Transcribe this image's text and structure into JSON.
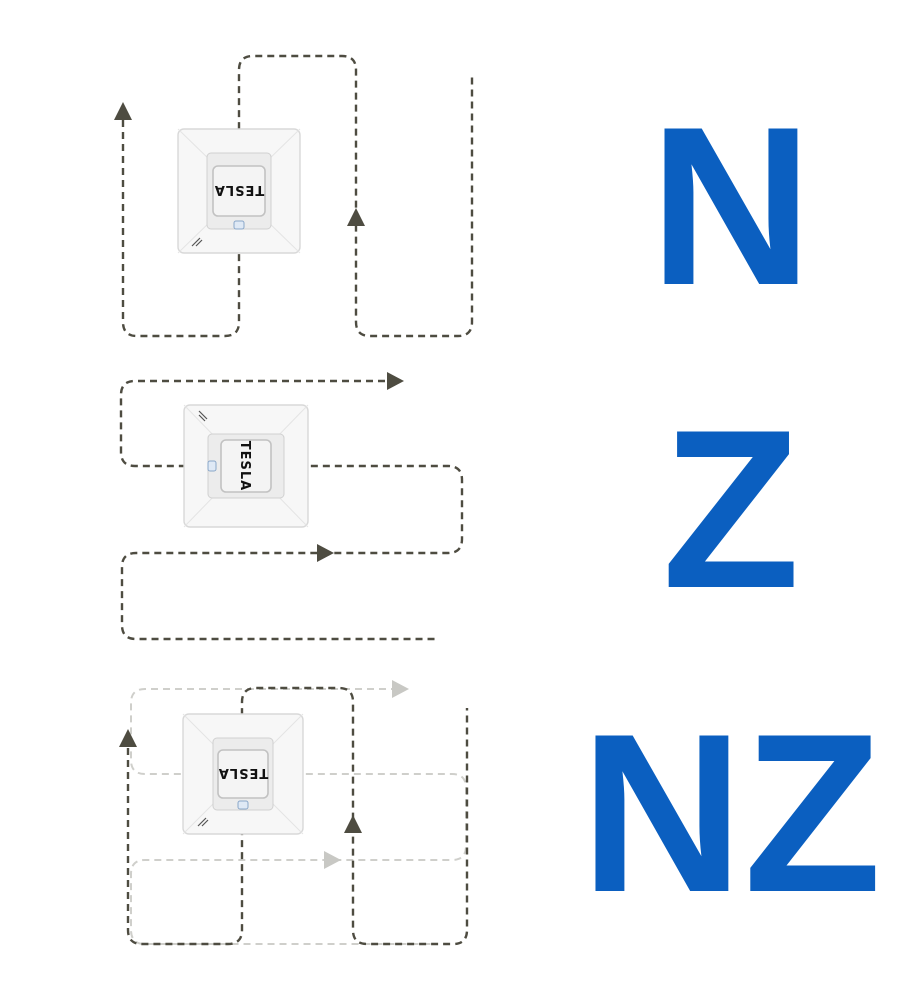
{
  "brand": "TESLA",
  "modes": [
    {
      "key": "n",
      "label": "N"
    },
    {
      "key": "z",
      "label": "Z"
    },
    {
      "key": "nz",
      "label": "NZ"
    }
  ],
  "colors": {
    "label": "#0b5fc0",
    "path_dark": "#4e4c41",
    "path_light": "#cfcfcb",
    "robot": "#f7f7f7"
  },
  "icons": [
    "window-cleaning-robot-icon",
    "arrow-icon"
  ]
}
